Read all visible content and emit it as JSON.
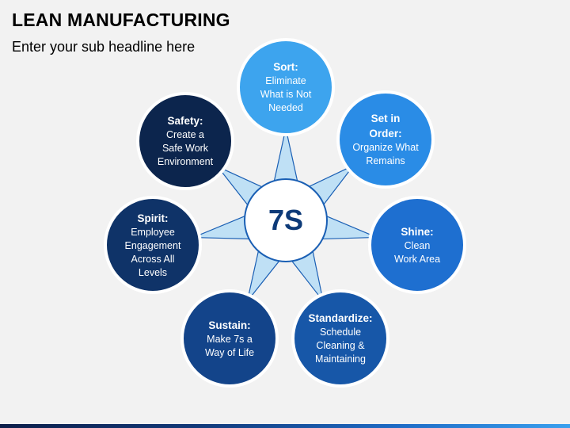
{
  "title": "LEAN MANUFACTURING",
  "subtitle": "Enter your sub headline here",
  "center": {
    "label": "7S"
  },
  "items": [
    {
      "title": "Sort:",
      "desc": "Eliminate\nWhat is Not\nNeeded",
      "color": "#3da4ee"
    },
    {
      "title": "Set in\nOrder:",
      "desc": "Organize What\nRemains",
      "color": "#2a8ce6"
    },
    {
      "title": "Shine:",
      "desc": "Clean\nWork Area",
      "color": "#1e6fd0"
    },
    {
      "title": "Standardize:",
      "desc": "Schedule\nCleaning &\nMaintaining",
      "color": "#1757a8"
    },
    {
      "title": "Sustain:",
      "desc": "Make 7s a\nWay of Life",
      "color": "#13448a"
    },
    {
      "title": "Spirit:",
      "desc": "Employee\nEngagement\nAcross All\nLevels",
      "color": "#0f3368"
    },
    {
      "title": "Safety:",
      "desc": "Create a\nSafe Work\nEnvironment",
      "color": "#0c254d"
    }
  ],
  "colors": {
    "spoke_fill": "#bfe0f5",
    "spoke_stroke": "#1a5fb4",
    "center_fill": "#ffffff",
    "center_stroke": "#1a5fb4",
    "ring_stroke": "#ffffff"
  }
}
